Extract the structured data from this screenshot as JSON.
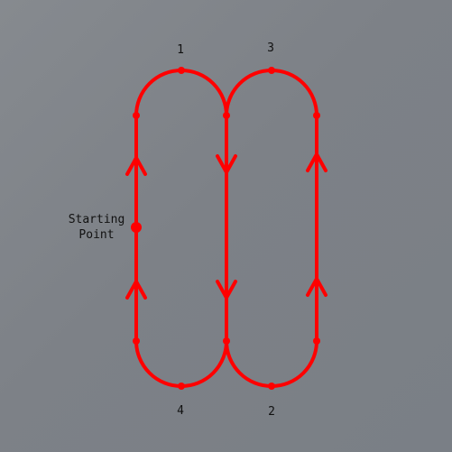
{
  "labels": {
    "turn_1": "1",
    "turn_2": "2",
    "turn_3": "3",
    "turn_4": "4",
    "start_line1": "Starting",
    "start_line2": "Point"
  },
  "colors": {
    "path": "#ff0000",
    "text": "#111111",
    "background": "#7f8389"
  }
}
